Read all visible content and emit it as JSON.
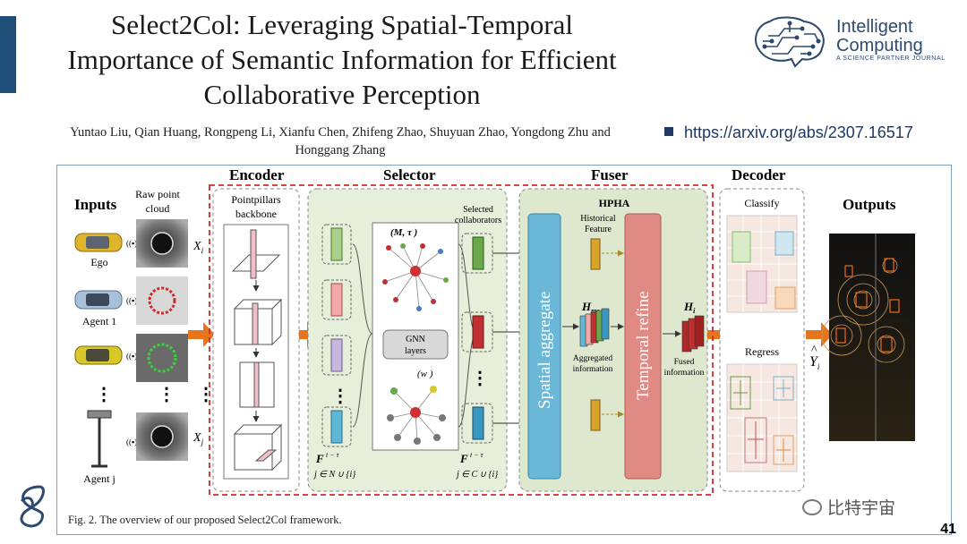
{
  "slide": {
    "title_lines": [
      "Select2Col: Leveraging Spatial-Temporal",
      "Importance of Semantic Information for Efficient",
      "Collaborative Perception"
    ],
    "authors_lines": [
      "Yuntao Liu, Qian Huang, Rongpeng Li, Xianfu Chen, Zhifeng Zhao, Shuyuan Zhao, Yongdong Zhu and",
      "Honggang Zhang"
    ],
    "arxiv_link": "https://arxiv.org/abs/2307.16517",
    "page_number": "41",
    "watermark": "比特宇宙",
    "accent_color": "#1f4e79"
  },
  "journal_logo": {
    "name_line1": "Intelligent",
    "name_line2": "Computing",
    "tagline": "A SCIENCE PARTNER JOURNAL"
  },
  "figure": {
    "caption": "Fig. 2.  The overview of our proposed Select2Col framework.",
    "section_titles": {
      "inputs": "Inputs",
      "encoder": "Encoder",
      "selector": "Selector",
      "fuser": "Fuser",
      "decoder": "Decoder",
      "outputs": "Outputs"
    },
    "inputs": {
      "raw_label_line1": "Raw point",
      "raw_label_line2": "cloud",
      "agents": [
        "Ego",
        "Agent 1",
        "Agent j"
      ],
      "x_i": "X",
      "x_i_sub": "i",
      "x_j": "X",
      "x_j_sub": "j"
    },
    "encoder": {
      "backbone_line1": "Pointpillars",
      "backbone_line2": "backbone"
    },
    "selector": {
      "selected_line1": "Selected",
      "selected_line2": "collaborators",
      "m_label": "(M",
      "m_tail": ", τ",
      "gnn_line1": "GNN",
      "gnn_line2": "layers",
      "w_label": "(w",
      "f_label": "F",
      "set_left": "j ∈ N",
      "set_left_tail": " ∪ {i}",
      "set_right": "j ∈ C",
      "set_right_tail": " ∪ {i}"
    },
    "fuser": {
      "hpha": "HPHA",
      "spatial": "Spatial aggregate",
      "temporal": "Temporal refine",
      "historical_line1": "Historical",
      "historical_line2": "Feature",
      "h_ms": "H",
      "h_ms_sub": "ms",
      "aggregated_line1": "Aggregated",
      "aggregated_line2": "information",
      "h_i": "H",
      "h_i_sub": "i",
      "fused_line1": "Fused",
      "fused_line2": "information"
    },
    "decoder": {
      "classify": "Classify",
      "regress": "Regress"
    },
    "outputs": {
      "y_label": "Y",
      "y_sub": "i"
    },
    "colors": {
      "orange_arrow": "#e8741c",
      "selector_bg": "#e6efd9",
      "fuser_bg": "#dde8cf",
      "spatial_bar": "#6bb7d8",
      "temporal_bar": "#e08a84",
      "dashed_red": "#d52a2a"
    }
  }
}
